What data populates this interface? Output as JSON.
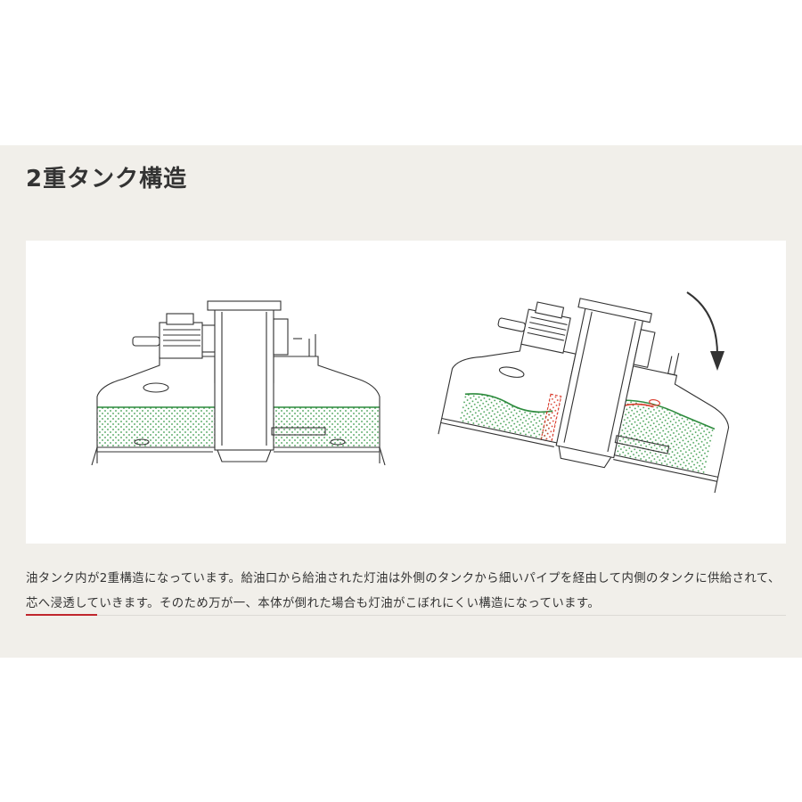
{
  "section": {
    "title": "2重タンク構造",
    "description": "油タンク内が2重構造になっています。給油口から給油された灯油は外側のタンクから細いパイプを経由して内側のタンクに供給されて、芯へ浸透していきます。そのため万が一、本体が倒れた場合も灯油がこぼれにくい構造になっています。"
  },
  "diagram": {
    "panels": [
      "upright-heater",
      "tilted-heater"
    ],
    "colors": {
      "line": "#333333",
      "fuel_outline": "#2e8b3e",
      "fuel_dots": "#3a9a4a",
      "inner_tank": "#d93a2b",
      "arrow": "#333333",
      "band": "#f1efea",
      "accent_rule": "#c0262d"
    }
  }
}
